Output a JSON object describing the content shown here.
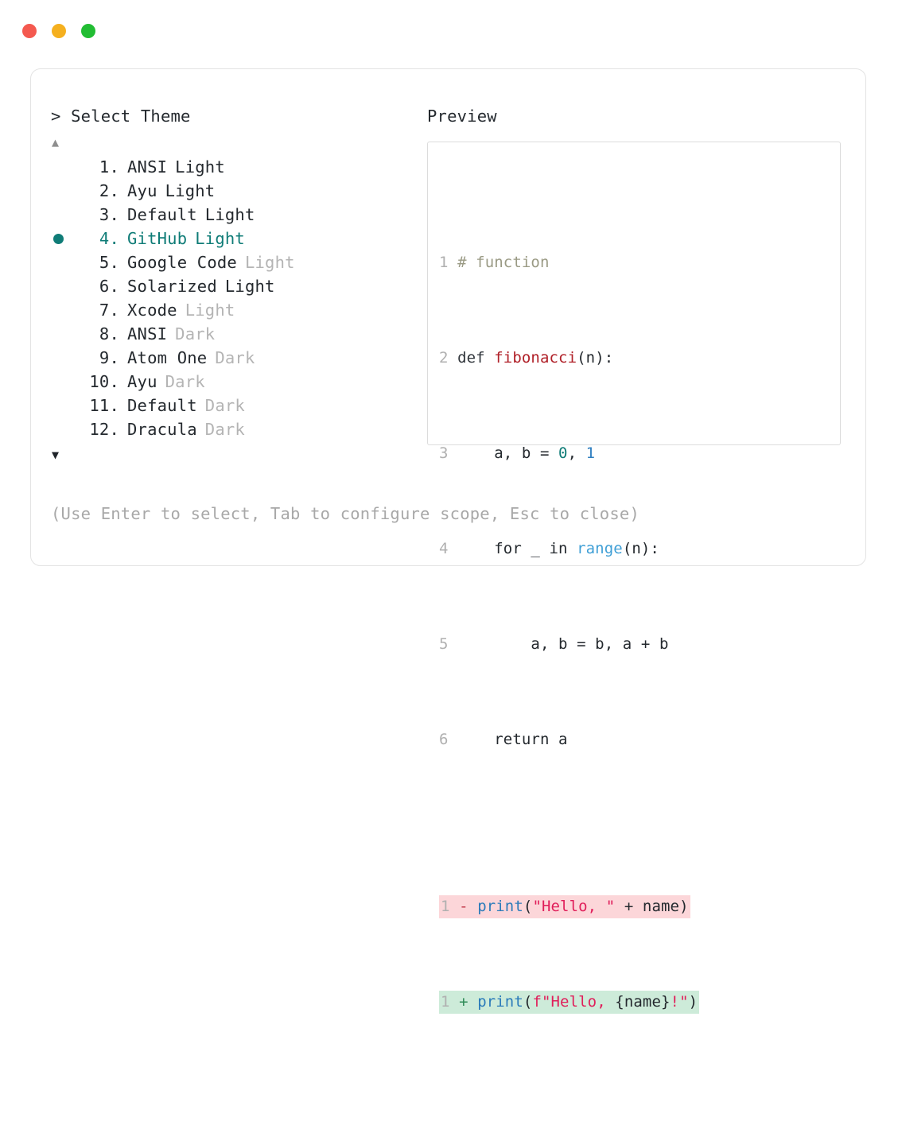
{
  "window": {
    "dots": [
      {
        "name": "close-dot",
        "color": "#f4594f"
      },
      {
        "name": "minimize-dot",
        "color": "#f5b01f"
      },
      {
        "name": "maximize-dot",
        "color": "#22bd33"
      }
    ]
  },
  "prompt": {
    "title": "> Select Theme",
    "scroll_up": "▲",
    "scroll_down": "▼",
    "selected_index": 4,
    "items": [
      {
        "index": "1.",
        "name": "ANSI",
        "variant": "Light",
        "variant_muted": false,
        "selected": false
      },
      {
        "index": "2.",
        "name": "Ayu",
        "variant": "Light",
        "variant_muted": false,
        "selected": false
      },
      {
        "index": "3.",
        "name": "Default",
        "variant": "Light",
        "variant_muted": false,
        "selected": false
      },
      {
        "index": "4.",
        "name": "GitHub",
        "variant": "Light",
        "variant_muted": false,
        "selected": true
      },
      {
        "index": "5.",
        "name": "Google Code",
        "variant": "Light",
        "variant_muted": true,
        "selected": false
      },
      {
        "index": "6.",
        "name": "Solarized",
        "variant": "Light",
        "variant_muted": false,
        "selected": false
      },
      {
        "index": "7.",
        "name": "Xcode",
        "variant": "Light",
        "variant_muted": true,
        "selected": false
      },
      {
        "index": "8.",
        "name": "ANSI",
        "variant": "Dark",
        "variant_muted": true,
        "selected": false
      },
      {
        "index": "9.",
        "name": "Atom One",
        "variant": "Dark",
        "variant_muted": true,
        "selected": false
      },
      {
        "index": "10.",
        "name": "Ayu",
        "variant": "Dark",
        "variant_muted": true,
        "selected": false
      },
      {
        "index": "11.",
        "name": "Default",
        "variant": "Dark",
        "variant_muted": true,
        "selected": false
      },
      {
        "index": "12.",
        "name": "Dracula",
        "variant": "Dark",
        "variant_muted": true,
        "selected": false
      }
    ],
    "hint": "(Use Enter to select, Tab to configure scope, Esc to close)"
  },
  "preview": {
    "title": "Preview",
    "code_lines": [
      {
        "ln": "1",
        "text": "# function"
      },
      {
        "ln": "2",
        "text": "def fibonacci(n):"
      },
      {
        "ln": "3",
        "text": "    a, b = 0, 1"
      },
      {
        "ln": "4",
        "text": "    for _ in range(n):"
      },
      {
        "ln": "5",
        "text": "        a, b = b, a + b"
      },
      {
        "ln": "6",
        "text": "    return a"
      }
    ],
    "diff_lines": [
      {
        "ln": "1",
        "sign": "-",
        "text": "print(\"Hello, \" + name)",
        "kind": "del"
      },
      {
        "ln": "1",
        "sign": "+",
        "text": "print(f\"Hello, {name}!\")",
        "kind": "add"
      }
    ],
    "tokens": {
      "line1_comment": "# function",
      "line2_kw": "def",
      "line2_fn": "fibonacci",
      "line2_rest": "(n):",
      "line3_pre": "    a, b = ",
      "line3_num0": "0",
      "line3_mid": ", ",
      "line3_num1": "1",
      "line4_pre": "    for _ in ",
      "line4_builtin": "range",
      "line4_post": "(n):",
      "line5_text": "        a, b = b, a + b",
      "line6_text": "    return a",
      "del_sign": "-",
      "del_print": "print",
      "del_open": "(",
      "del_str": "\"Hello, \"",
      "del_mid": " + name",
      "del_close": ")",
      "add_sign": "+",
      "add_print": "print",
      "add_open": "(",
      "add_str_f": "f\"Hello, ",
      "add_brace": "{name}",
      "add_str_end": "!\"",
      "add_close": ")"
    },
    "colors": {
      "comment": "#9a9a84",
      "keyword": "#30353b",
      "function": "#b02028",
      "number": "#0f7c77",
      "builtin": "#3f9fd6",
      "print": "#2b7bba",
      "string": "#e01e5a",
      "diff_del_bg": "#fcd6d9",
      "diff_add_bg": "#cdebd9",
      "accent": "#0f7c77",
      "muted_text": "#b4b4b4",
      "line_number": "#b0b0b0"
    }
  }
}
